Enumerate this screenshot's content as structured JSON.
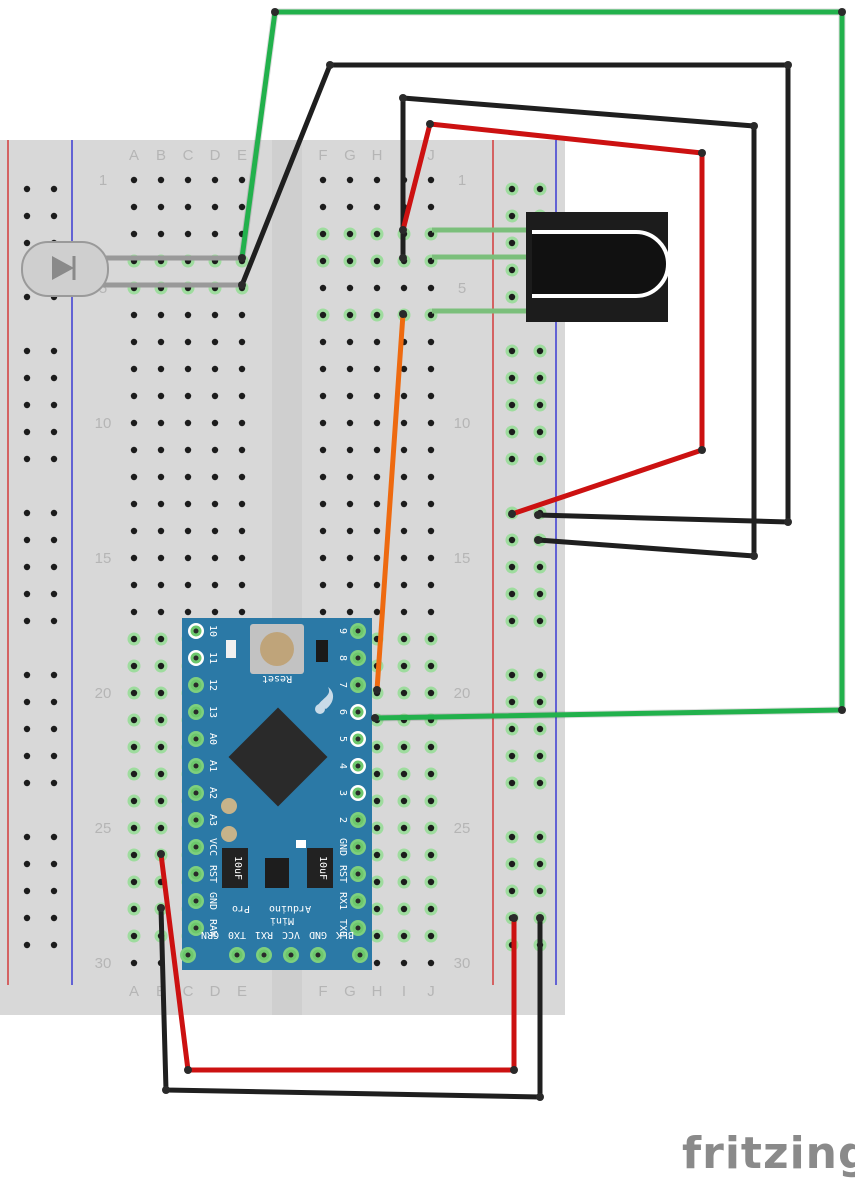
{
  "breadboard": {
    "columns_left": [
      "A",
      "B",
      "C",
      "D",
      "E"
    ],
    "columns_right": [
      "F",
      "G",
      "H",
      "I",
      "J"
    ],
    "row_numbers": [
      "1",
      "5",
      "10",
      "15",
      "20",
      "25",
      "30"
    ]
  },
  "board": {
    "name_line1": "Arduino",
    "name_line2": "Pro",
    "name_line3": "Mini",
    "reset_label": "Reset",
    "chip_label": "10uF",
    "left_pins": [
      "10",
      "11",
      "12",
      "13",
      "A0",
      "A1",
      "A2",
      "A3",
      "VCC",
      "RST",
      "GND",
      "RAW"
    ],
    "right_pins": [
      "9",
      "8",
      "7",
      "6",
      "5",
      "4",
      "3",
      "2",
      "GND",
      "RST",
      "RX1",
      "TX0"
    ],
    "bottom_pins": [
      "GRN",
      "TX0",
      "RX1",
      "VCC",
      "GND",
      "BLK"
    ]
  },
  "components": {
    "ir_led": "ir-led",
    "ir_receiver": "ir-receiver"
  },
  "wire_colors": {
    "green": "#22b14c",
    "black": "#1f1f1f",
    "red": "#cc1111",
    "orange": "#ee6a10"
  },
  "logo": {
    "text": "fritzing"
  }
}
